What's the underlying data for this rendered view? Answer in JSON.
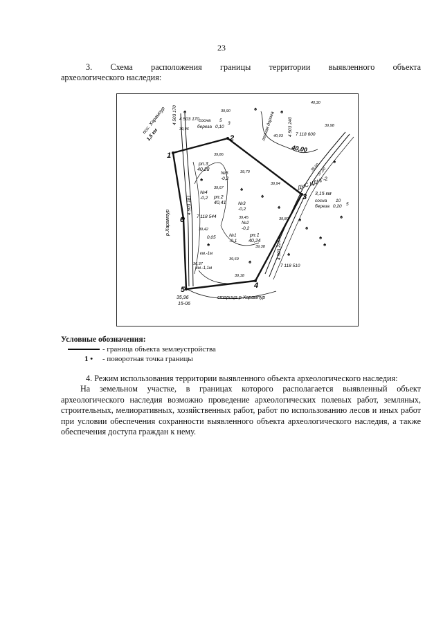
{
  "page_number": "23",
  "section3": {
    "line1": "3. Схема расположения границы территории выявленного объекта",
    "line2": "археологического наследия:"
  },
  "map": {
    "coord_labels": {
      "y_top_left": "4 503 170",
      "x_top_left": "4 503 170",
      "y_top_right": "4 503 240",
      "x_right": "7 118 600",
      "y_left": "4 503 181",
      "x_left": "7 118 544",
      "y_bottom": "4 503 226",
      "x_bottom": "7 118 510"
    },
    "boundary_points": [
      "1",
      "2",
      "3",
      "4",
      "5",
      "6"
    ],
    "labels": {
      "village": "пос. Харампур",
      "village_dist": "1,5 км",
      "river": "р.Харампур",
      "oxbow": "старица р.Харампур",
      "forest_road": "лесная дорога",
      "dns": "ДНС ЦДНГ-2",
      "dns_dist": "3,15 км",
      "contour_40": "40,00",
      "rp3": "рп.3",
      "rp3_val": "40,28",
      "rp2": "рп.2",
      "rp2_val": "40,41",
      "rp1": "рп.1",
      "rp1_val": "40,24",
      "n5": "№5",
      "n5_val": "-0,2",
      "n4": "№4",
      "n4_val": "-0,2",
      "n3": "№3",
      "n3_val": "-0,2",
      "n2": "№2",
      "n2_val": "-0,2",
      "n1": "№1",
      "n1_val": "-0,1",
      "pit1": "0,05",
      "km1": "км.-1м",
      "km2": "км.-1,1м",
      "tree1": "сосна",
      "tree1_n": "5",
      "tree1b": "береза",
      "tree1b_n": "0,10",
      "tree1c": "3",
      "tree2": "сосна",
      "tree2_n": "10",
      "tree2b": "береза",
      "tree2b_n": "0,20",
      "tree2c": "5",
      "elev_a": "40,30",
      "elev_b": "39,90",
      "elev_c": "39,96",
      "elev_d": "39,98",
      "elev_e": "40,03",
      "elev_f": "39,86",
      "elev_g": "39,70",
      "elev_h": "39,94",
      "elev_i": "39,67",
      "elev_j": "39,00",
      "elev_k": "37,00",
      "elev_l": "39,45",
      "elev_m": "39,42",
      "elev_n": "39,38",
      "elev_o": "39,80",
      "elev_p": "39,69",
      "elev_q": "36,37",
      "elev_r": "39,18",
      "elev_s": "35,96",
      "elev_t": "15-06"
    }
  },
  "legend": {
    "title": "Условные обозначения:",
    "line_text": "- граница объекта землеустройства",
    "point_symbol": "1 •",
    "point_text": "- поворотная точка границы"
  },
  "section4": {
    "heading": "4. Режим использования территории выявленного объекта археологического наследия:",
    "body": "На земельном участке, в границах которого располагается выявленный объект археологического наследия возможно проведение археологических полевых работ, земляных, строительных, мелиоративных, хозяйственных работ, работ по использованию лесов и иных работ при условии обеспечения сохранности выявленного объекта археологического наследия, а также обеспечения доступа граждан к нему."
  }
}
